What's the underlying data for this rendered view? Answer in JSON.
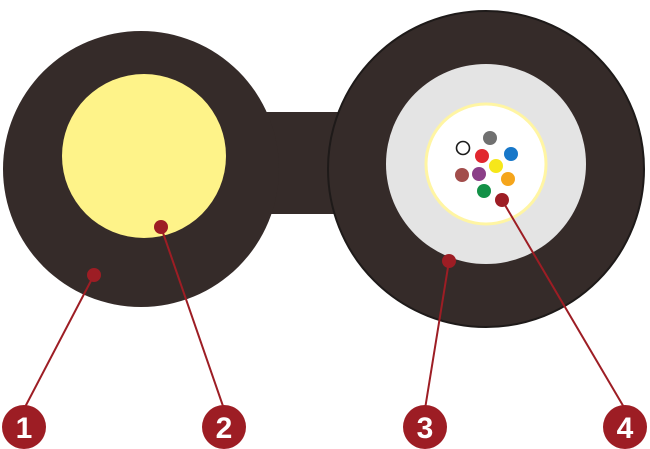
{
  "colors": {
    "jacket": "#352b29",
    "messenger": "#fef389",
    "tube": "#e4e4e4",
    "gel": "#ffffff",
    "gel_ring": "#fff5a3",
    "callout": "#9d1d24",
    "jacket_stroke": "#1e1a19"
  },
  "fibers": [
    {
      "name": "fiber-black",
      "color": "#ffffff",
      "outline": "#1a1a1a"
    },
    {
      "name": "fiber-gray",
      "color": "#707070"
    },
    {
      "name": "fiber-red",
      "color": "#e1272f"
    },
    {
      "name": "fiber-blue",
      "color": "#1777c9"
    },
    {
      "name": "fiber-yellow",
      "color": "#f6e71a"
    },
    {
      "name": "fiber-violet",
      "color": "#8b3e88"
    },
    {
      "name": "fiber-brown",
      "color": "#a24d4b"
    },
    {
      "name": "fiber-orange",
      "color": "#f5a51b"
    },
    {
      "name": "fiber-green",
      "color": "#139147"
    }
  ],
  "callouts": [
    {
      "label": "1"
    },
    {
      "label": "2"
    },
    {
      "label": "3"
    },
    {
      "label": "4"
    }
  ]
}
